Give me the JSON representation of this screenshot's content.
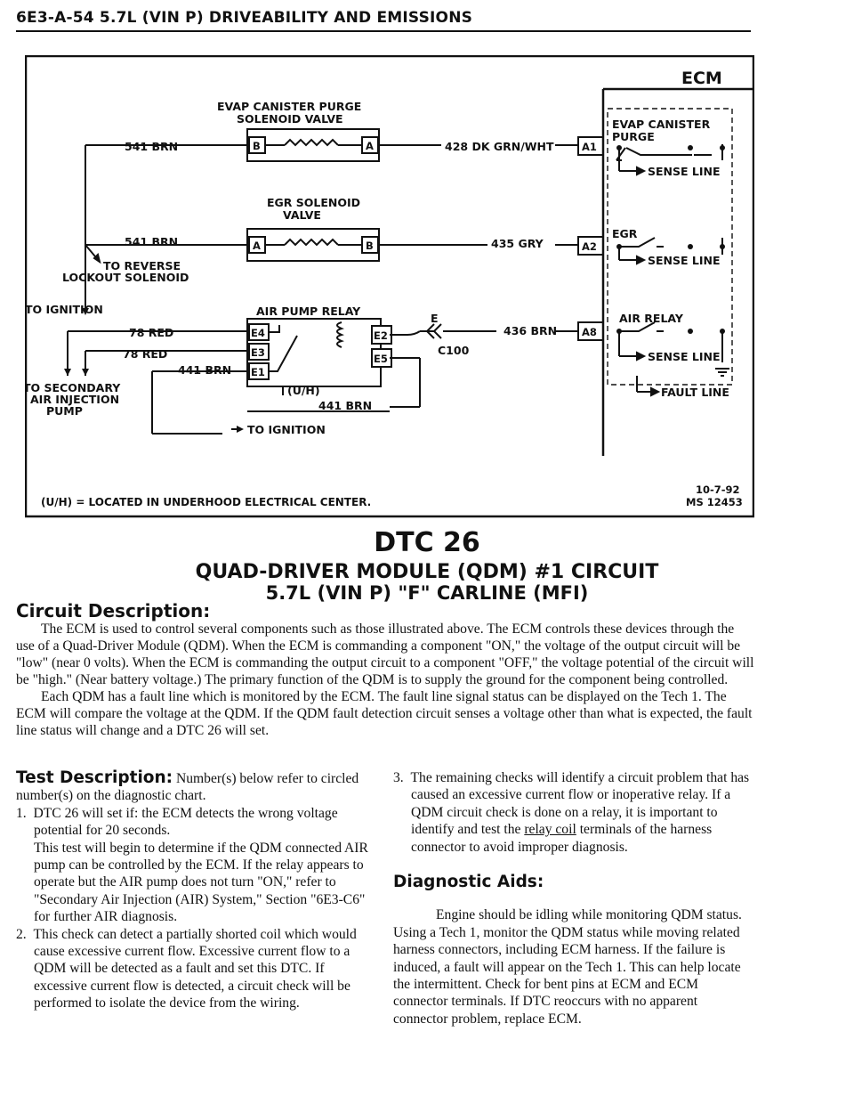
{
  "header": "6E3-A-54  5.7L (VIN P) DRIVEABILITY AND EMISSIONS",
  "diagram": {
    "ecm": "ECM",
    "evap_valve": [
      "EVAP CANISTER PURGE",
      "SOLENOID VALVE"
    ],
    "egr_valve": [
      "EGR SOLENOID",
      "VALVE"
    ],
    "air_relay": "AIR PUMP RELAY",
    "wire_541_1": "541 BRN",
    "wire_541_2": "541 BRN",
    "wire_428": "428 DK GRN/WHT",
    "wire_435": "435 GRY",
    "wire_436": "436 BRN",
    "wire_78a": "78 RED",
    "wire_78b": "78 RED",
    "wire_441a": "441 BRN",
    "wire_441b": "441 BRN",
    "to_reverse": [
      "TO REVERSE",
      "LOCKOUT SOLENOID"
    ],
    "to_ignition": "TO IGNITION",
    "to_ignition2": "TO IGNITION",
    "to_secondary": [
      "TO SECONDARY",
      "AIR INJECTION",
      "PUMP"
    ],
    "uh": "(U/H)",
    "c100": "C100",
    "e": "E",
    "pins": {
      "b1": "B",
      "a1": "A",
      "a2": "A",
      "b2": "B",
      "e4": "E4",
      "e3": "E3",
      "e1": "E1",
      "e2": "E2",
      "e5": "E5",
      "ecm_a1": "A1",
      "ecm_a2": "A2",
      "ecm_a8": "A8"
    },
    "ecm_evap": [
      "EVAP CANISTER",
      "PURGE"
    ],
    "ecm_egr": "EGR",
    "ecm_air": "AIR RELAY",
    "sense_line_1": "SENSE LINE",
    "sense_line_2": "SENSE LINE",
    "sense_line_3": "SENSE LINE",
    "fault_line": "FAULT LINE",
    "footnote": "(U/H) = LOCATED IN UNDERHOOD ELECTRICAL CENTER.",
    "date": "10-7-92",
    "ms": "MS 12453"
  },
  "title": {
    "dtc": "DTC 26",
    "line1": "QUAD-DRIVER MODULE (QDM) #1 CIRCUIT",
    "line2": "5.7L (VIN P) \"F\" CARLINE (MFI)"
  },
  "circuit": {
    "heading": "Circuit Description:",
    "p1": "The ECM is used to control several components such as those illustrated above. The ECM controls these devices through the use of a Quad-Driver Module (QDM). When the ECM is commanding a component \"ON,\" the voltage of the output circuit will be \"low\" (near 0 volts). When the ECM is commanding the output circuit to a component \"OFF,\" the voltage potential of the circuit will be \"high.\" (Near battery voltage.) The primary function of the QDM is to supply the ground for the component being controlled.",
    "p2": "Each QDM has a fault line which is monitored by the ECM. The fault line signal status can be displayed on the Tech 1. The ECM will compare the voltage at the QDM. If the QDM fault detection circuit senses a voltage other than what is expected, the fault line status will change and a DTC 26 will set."
  },
  "test": {
    "heading": "Test Description:",
    "intro": "Number(s) below refer to circled number(s) on the diagnostic chart.",
    "n1": "1.",
    "item1": "DTC 26 will set if: the ECM detects the wrong voltage potential for 20 seconds.",
    "item1b": "This test will begin to determine if the QDM connected AIR pump can be controlled by the ECM. If the relay appears to operate but the AIR pump does not turn \"ON,\" refer to \"Secondary Air Injection (AIR) System,\" Section \"6E3-C6\" for further AIR diagnosis.",
    "n2": "2.",
    "item2": "This check can detect a partially shorted coil which would cause excessive current flow. Excessive current flow to a QDM will be detected as a fault and set this DTC. If excessive current flow is detected, a circuit check will be performed to isolate the device from the wiring.",
    "n3": "3.",
    "item3a": "The remaining checks will identify a circuit problem that has caused an excessive current flow or inoperative relay. If a QDM circuit check is done on a relay, it is important to identify and test the",
    "item3u": "relay coil",
    "item3b": "terminals of the harness connector to avoid improper diagnosis."
  },
  "aids": {
    "heading": "Diagnostic Aids:",
    "body": "Engine should be idling while monitoring QDM status. Using a Tech 1, monitor the QDM status while moving related harness connectors, including ECM harness. If the failure is induced, a fault will appear on the Tech 1. This can help locate the intermittent. Check for bent pins at ECM and ECM connector terminals. If DTC reoccurs with no apparent connector problem, replace ECM."
  }
}
